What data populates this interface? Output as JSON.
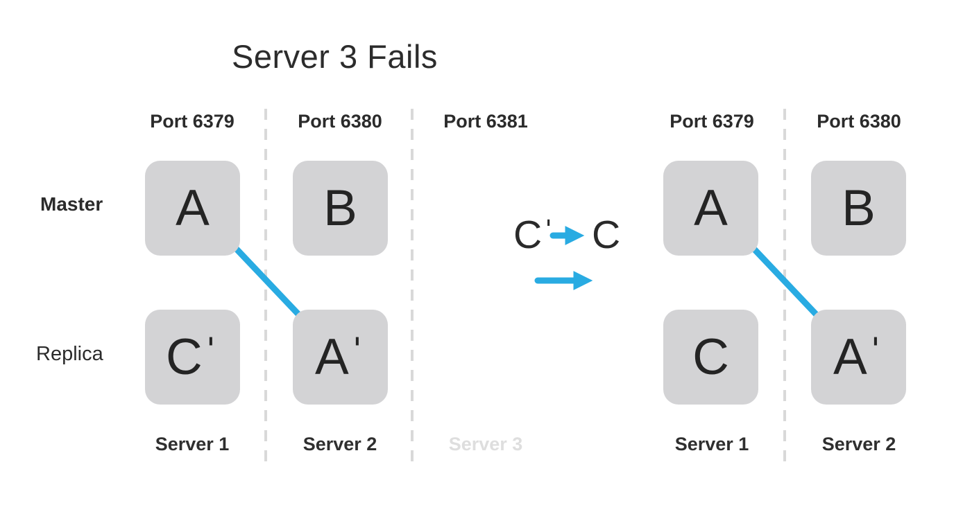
{
  "title": "Server 3 Fails",
  "colors": {
    "accent_blue": "#29abe2",
    "node_fill_gray": "#d3d3d5",
    "dashed_separator_gray": "#d9d9d9",
    "text_dark": "#2b2b2b",
    "failed_server_faded_gray": "#dedede"
  },
  "left_cluster": {
    "ports": [
      "Port 6379",
      "Port 6380",
      "Port 6381"
    ],
    "master_row_label": "Master",
    "replica_row_label": "Replica",
    "boxes": {
      "master_port_6379": "A",
      "master_port_6380": "B",
      "replica_port_6379": "Cˈ",
      "replica_port_6380": "Aˈ"
    },
    "servers": [
      "Server 1",
      "Server 2",
      "Server 3"
    ],
    "failed_server": "Server 3"
  },
  "transition": {
    "from_label": "Cˈ",
    "to_label": "C"
  },
  "right_cluster": {
    "ports": [
      "Port 6379",
      "Port 6380"
    ],
    "boxes": {
      "master_port_6379": "A",
      "master_port_6380": "B",
      "replica_port_6379": "C",
      "replica_port_6380": "Aˈ"
    },
    "servers": [
      "Server 1",
      "Server 2"
    ]
  }
}
